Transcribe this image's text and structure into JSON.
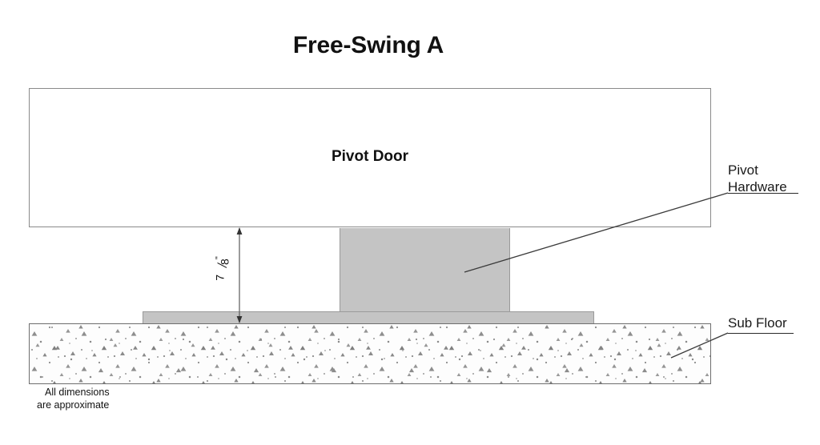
{
  "diagram": {
    "title": "Free-Swing A",
    "door": {
      "label": "Pivot Door"
    },
    "dimension": {
      "numerator": "7",
      "denominator": "8",
      "unit_mark": "\"",
      "full_text": "7/8\""
    },
    "callouts": [
      {
        "name": "pivot-hardware",
        "line1": "Pivot",
        "line2": "Hardware"
      },
      {
        "name": "sub-floor",
        "line1": "Sub Floor"
      }
    ],
    "note": {
      "line1": "All dimensions",
      "line2": "are approximate"
    },
    "colors": {
      "hardware_fill": "#c4c4c4",
      "hardware_stroke": "#9a9a9a",
      "door_stroke": "#8a8a8a",
      "floor_stroke": "#6e6e6e",
      "text": "#111111",
      "background": "#ffffff"
    }
  }
}
